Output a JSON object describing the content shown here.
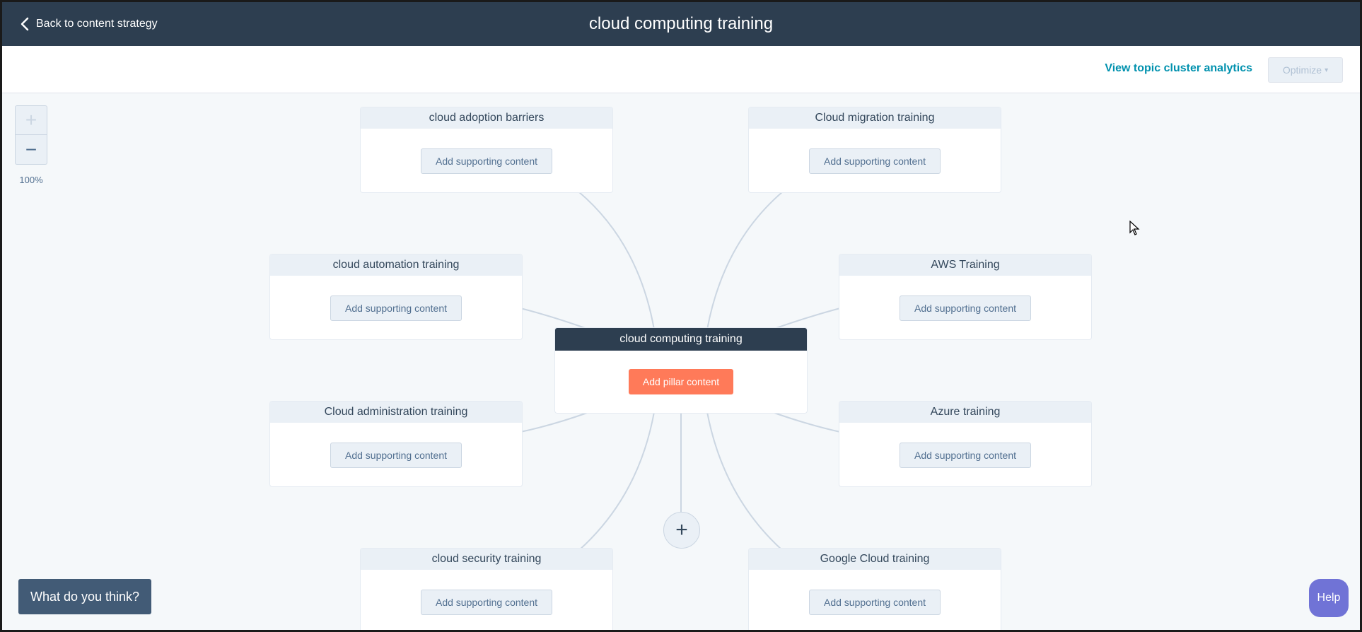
{
  "header": {
    "back_label": "Back to content strategy",
    "title": "cloud computing training"
  },
  "toolbar": {
    "analytics_label": "View topic cluster analytics",
    "optimize_label": "Optimize"
  },
  "zoom": {
    "zoom_in": "+",
    "zoom_out": "−",
    "level": "100%"
  },
  "pillar": {
    "title": "cloud computing training",
    "button": "Add pillar content"
  },
  "subtopics": [
    {
      "title": "cloud adoption barriers",
      "button": "Add supporting content"
    },
    {
      "title": "Cloud migration training",
      "button": "Add supporting content"
    },
    {
      "title": "cloud automation training",
      "button": "Add supporting content"
    },
    {
      "title": "AWS Training",
      "button": "Add supporting content"
    },
    {
      "title": "Cloud administration training",
      "button": "Add supporting content"
    },
    {
      "title": "Azure training",
      "button": "Add supporting content"
    },
    {
      "title": "cloud security training",
      "button": "Add supporting content"
    },
    {
      "title": "Google Cloud training",
      "button": "Add supporting content"
    }
  ],
  "add_topic": "+",
  "feedback": {
    "label": "What do you think?"
  },
  "help": {
    "label": "Help"
  },
  "colors": {
    "header_bg": "#2d3e50",
    "accent_orange": "#ff7a59",
    "link_teal": "#0091ae",
    "help_purple": "#7073d6"
  }
}
